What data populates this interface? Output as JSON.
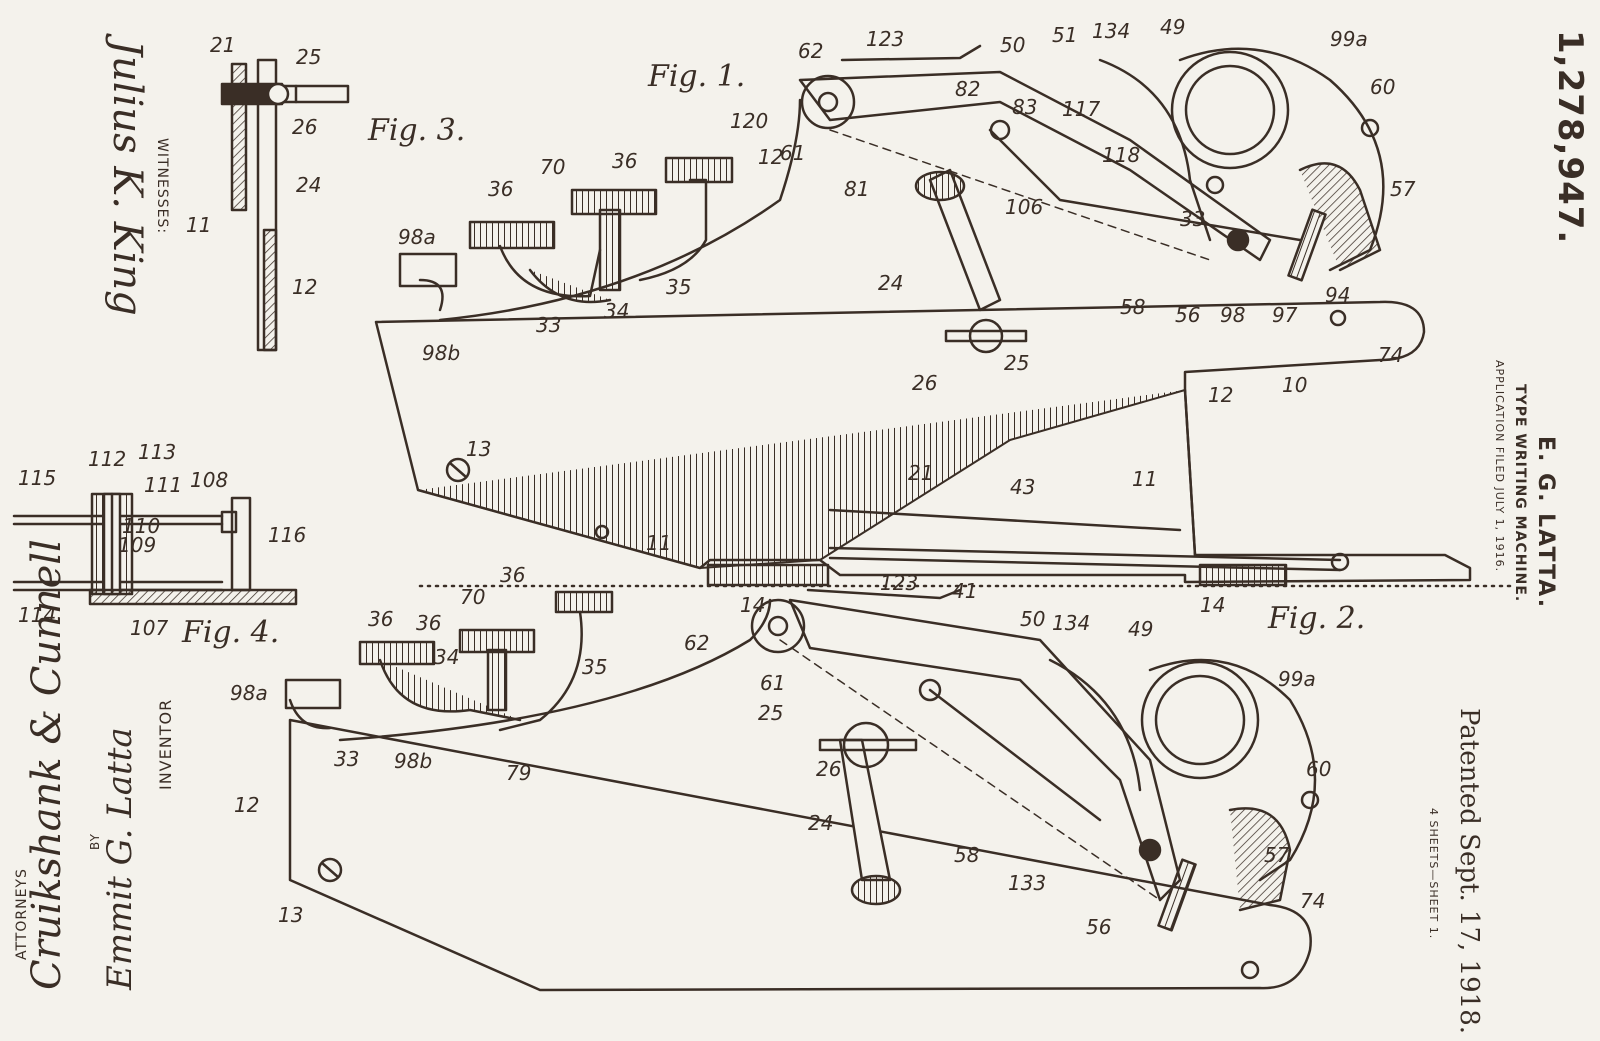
{
  "header": {
    "patent_number": "1,278,947.",
    "patented_date": "Patented Sept. 17, 1918.",
    "sheets": "4 SHEETS—SHEET 1.",
    "inventor_short": "E. G. LATTA.",
    "title": "TYPE WRITING MACHINE.",
    "application": "APPLICATION FILED JULY 1, 1916."
  },
  "witnesses_label": "WITNESSES:",
  "inventor_label": "INVENTOR",
  "inventor_name": "Emmit G. Latta",
  "by_label": "BY",
  "attorneys_label": "ATTORNEYS",
  "signatures": {
    "witness_1": "Julius K. King",
    "attorney": "Cruikshank & Cunnell"
  },
  "figures": {
    "fig1": "Fig. 1.",
    "fig2": "Fig. 2.",
    "fig3": "Fig. 3.",
    "fig4": "Fig. 4."
  },
  "refs": {
    "fig3": [
      "21",
      "25",
      "26",
      "24",
      "11",
      "12"
    ],
    "fig4": [
      "115",
      "112",
      "113",
      "111",
      "108",
      "110",
      "109",
      "116",
      "114",
      "107"
    ],
    "fig1": [
      "62",
      "123",
      "50",
      "51",
      "134",
      "49",
      "99a",
      "60",
      "120",
      "82",
      "83",
      "117",
      "118",
      "61",
      "81",
      "12",
      "70",
      "36",
      "36",
      "98a",
      "106",
      "33",
      "57",
      "24",
      "58",
      "56",
      "98",
      "97",
      "94",
      "33",
      "34",
      "35",
      "98b",
      "26",
      "25",
      "74",
      "12",
      "10",
      "13",
      "21",
      "43",
      "11",
      "11",
      "14",
      "41",
      "14"
    ],
    "fig2": [
      "123",
      "50",
      "134",
      "49",
      "62",
      "61",
      "36",
      "70",
      "36",
      "36",
      "34",
      "35",
      "98a",
      "99a",
      "25",
      "26",
      "60",
      "24",
      "58",
      "57",
      "133",
      "56",
      "74",
      "33",
      "98b",
      "79",
      "12",
      "13"
    ]
  }
}
